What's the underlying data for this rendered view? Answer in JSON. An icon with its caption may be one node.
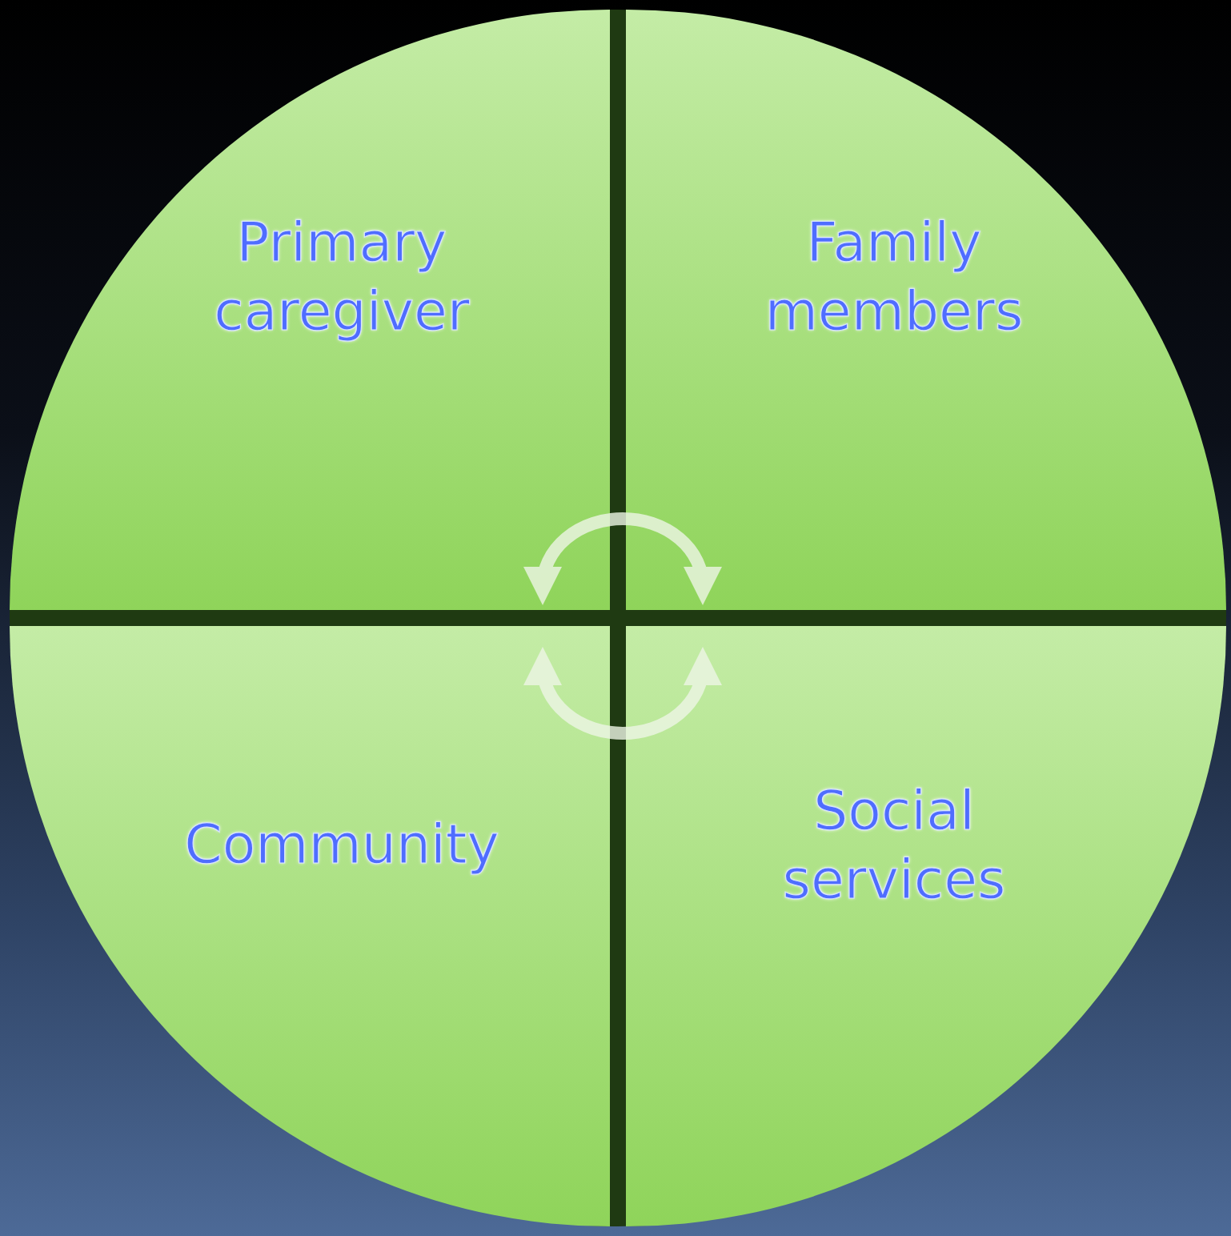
{
  "diagram": {
    "nodes": [
      {
        "text": [
          "Primary caregiver"
        ]
      },
      {
        "text": [
          "Family members"
        ]
      },
      {
        "text": [
          "Community"
        ]
      },
      {
        "text": [
          "Social services"
        ]
      }
    ],
    "edges": [
      {
        "from": 0,
        "to": 1,
        "arrow": "both"
      },
      {
        "from": 2,
        "to": 3,
        "arrow": "both"
      }
    ]
  }
}
